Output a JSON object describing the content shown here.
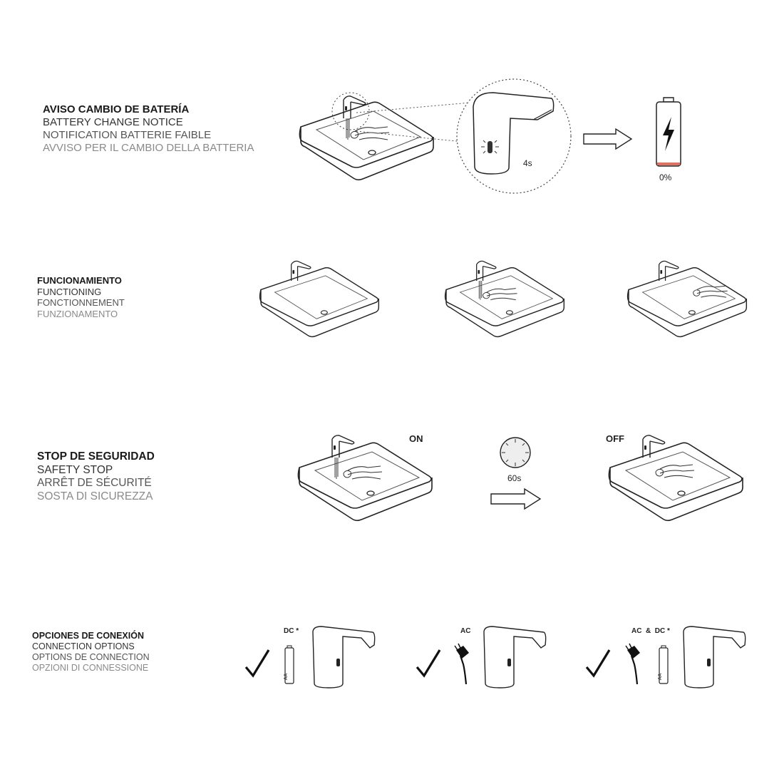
{
  "sections": {
    "battery": {
      "lines": [
        "AVISO CAMBIO DE BATERÍA",
        "BATTERY CHANGE NOTICE",
        "NOTIFICATION BATTERIE FAIBLE",
        "AVVISO PER IL CAMBIO DELLA BATTERIA"
      ],
      "blink_time": "4s",
      "battery_level": "0%"
    },
    "functioning": {
      "lines": [
        "FUNCIONAMIENTO",
        "FUNCTIONING",
        "FONCTIONNEMENT",
        "FUNZIONAMENTO"
      ]
    },
    "safety": {
      "lines": [
        "STOP DE SEGURIDAD",
        "SAFETY STOP",
        "ARRÊT DE SÉCURITÉ",
        "SOSTA DI SICUREZZA"
      ],
      "on_label": "ON",
      "off_label": "OFF",
      "timer": "60s"
    },
    "connection": {
      "lines": [
        "OPCIONES DE CONEXIÓN",
        "CONNECTION OPTIONS",
        "OPTIONS DE CONNECTION",
        "OPZIONI DI CONNESSIONE"
      ],
      "options": [
        "DC *",
        "AC",
        "AC  &  DC *"
      ],
      "battery_text": "AA"
    }
  }
}
